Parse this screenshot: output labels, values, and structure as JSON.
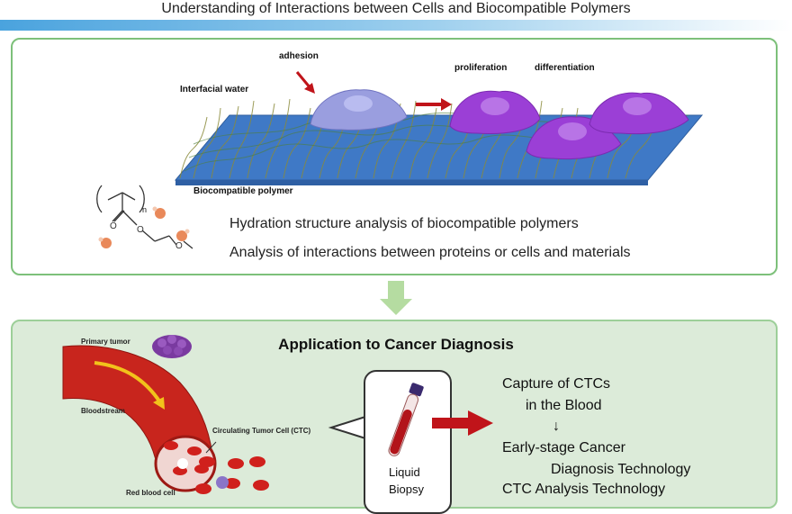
{
  "title": "Understanding of Interactions between Cells and Biocompatible Polymers",
  "top_panel": {
    "label_adhesion": "adhesion",
    "label_interfacial_water": "Interfacial water",
    "label_proliferation": "proliferation",
    "label_differentiation": "differentiation",
    "label_polymer": "Biocompatible polymer",
    "formula_n": "n",
    "line1": "Hydration structure analysis of biocompatible polymers",
    "line2": "Analysis of interactions between proteins or cells and materials"
  },
  "bottom_panel": {
    "title": "Application to Cancer Diagnosis",
    "label_primary_tumor": "Primary tumor",
    "label_bloodstream": "Bloodstream",
    "label_ctc": "Circulating Tumor Cell (CTC)",
    "label_red_blood_cell": "Red blood cell",
    "bubble_line1": "Liquid",
    "bubble_line2": "Biopsy",
    "right_line1": "Capture of CTCs",
    "right_line2": "in the Blood",
    "right_line3": "↓",
    "right_line4": "Early-stage Cancer",
    "right_line5": "Diagnosis Technology",
    "right_line6": "CTC Analysis Technology"
  },
  "colors": {
    "top_border": "#7dc07a",
    "bottom_bg": "#dcebd9",
    "arrow_red": "#c0141a",
    "cell_purple": "#9b3fd6",
    "cell_blue": "#8f93d8",
    "vessel_red": "#c8251d"
  }
}
